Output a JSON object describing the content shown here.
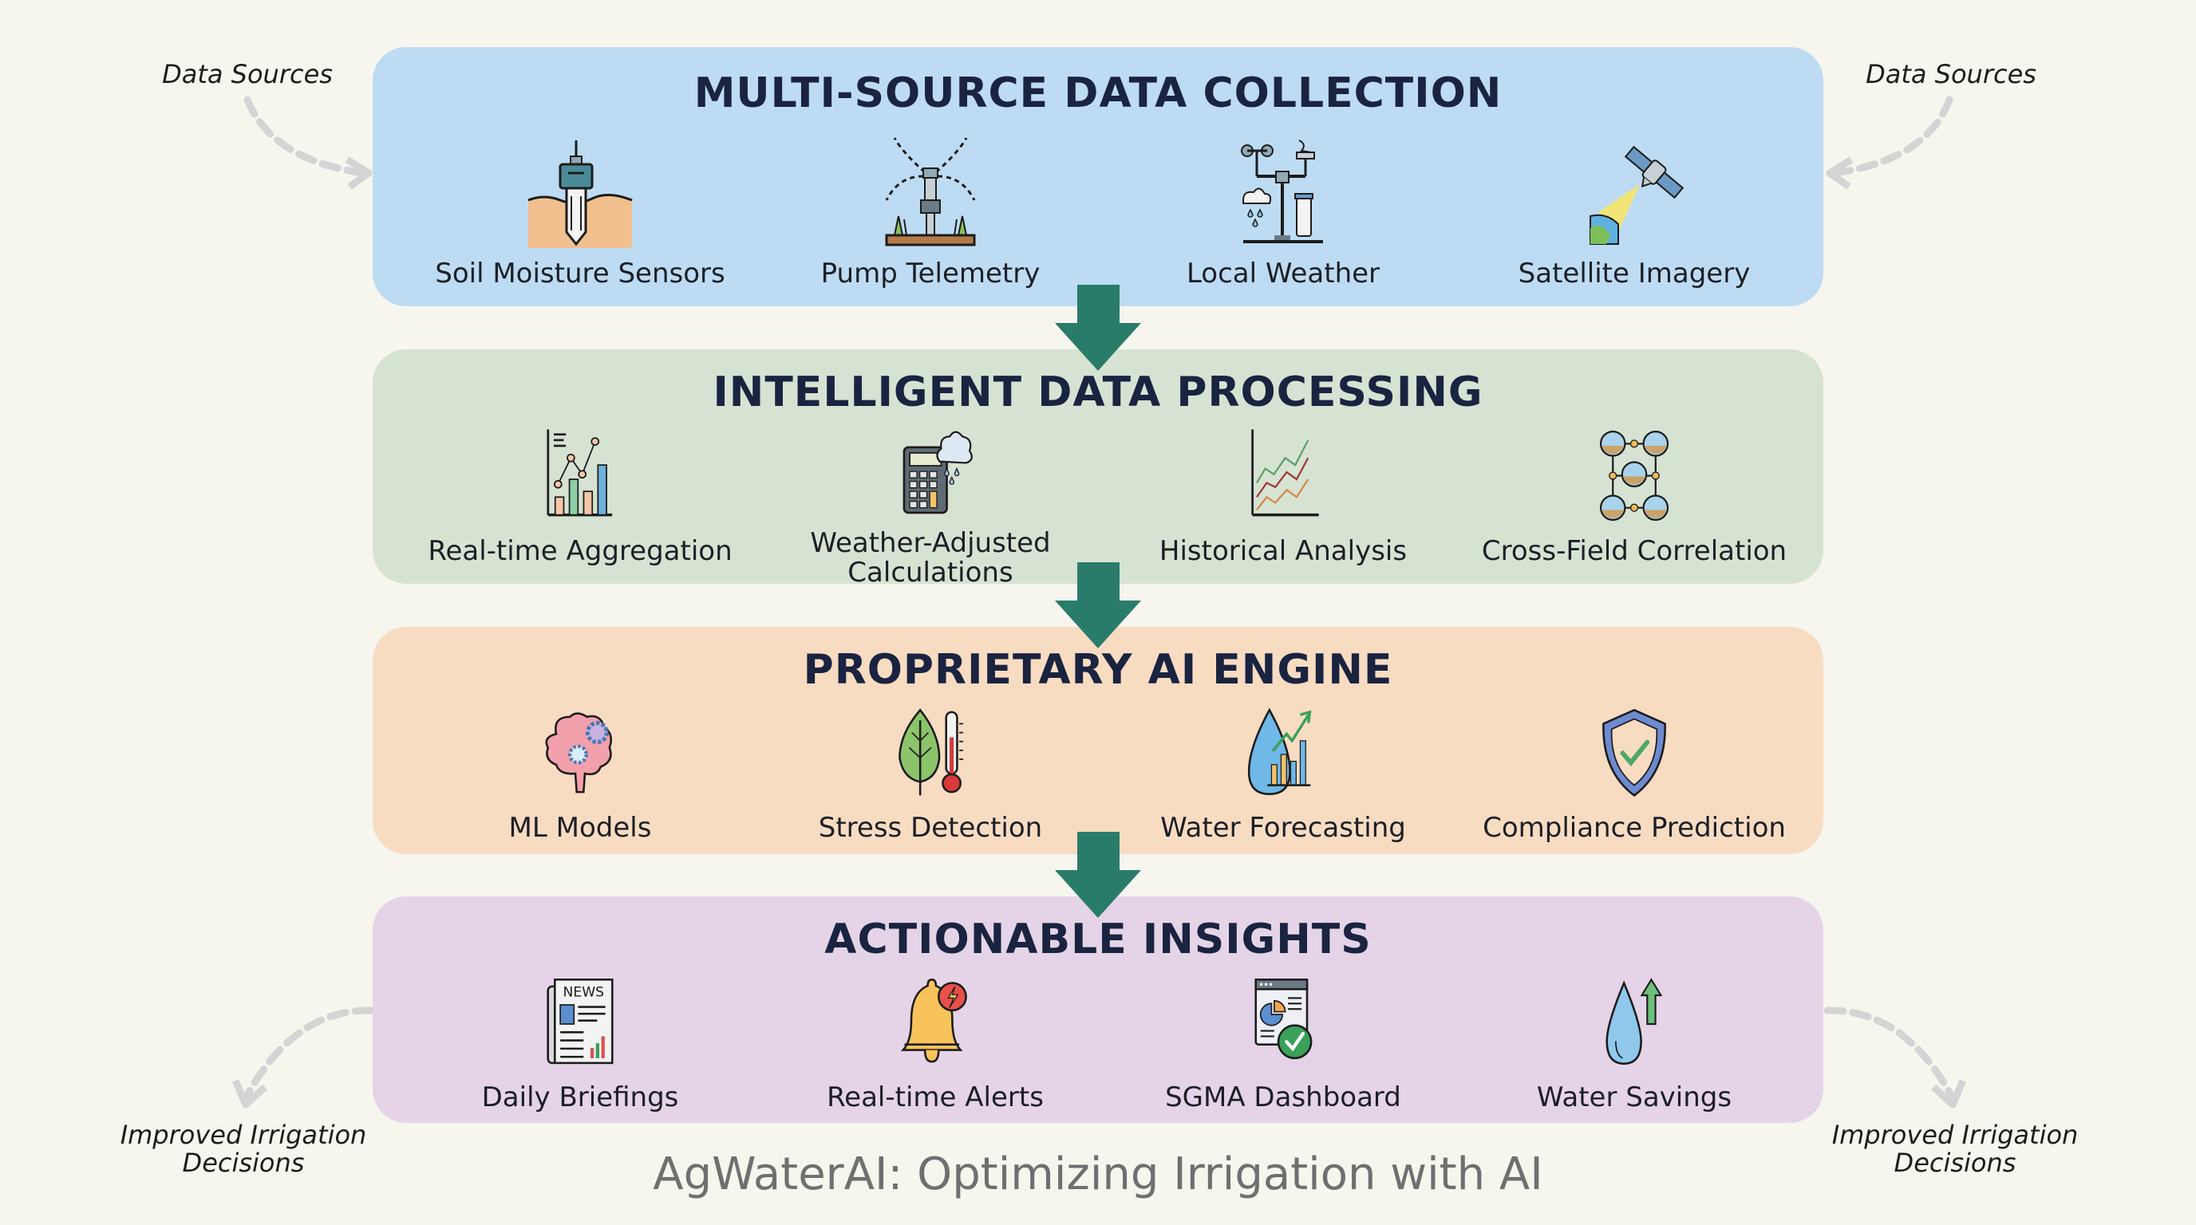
{
  "title": "AgWaterAI: Optimizing Irrigation with AI",
  "side_labels": {
    "top_left": "Data Sources",
    "top_right": "Data Sources",
    "bottom_left": "Improved Irrigation\nDecisions",
    "bottom_right": "Improved Irrigation\nDecisions"
  },
  "colors": {
    "background": "#f6f6ee",
    "stage_collection": "#bddcf3",
    "stage_processing": "#d6e3d3",
    "stage_ai": "#f8dcc2",
    "stage_insights": "#e5d4e7",
    "flow_arrow": "#2a7c6a",
    "side_arrow": "#d4d4d4",
    "title_text": "#1a2340"
  },
  "stages": [
    {
      "title": "MULTI-SOURCE DATA COLLECTION",
      "items": [
        {
          "label": "Soil Moisture Sensors",
          "icon": "soil-sensor-icon"
        },
        {
          "label": "Pump Telemetry",
          "icon": "sprinkler-icon"
        },
        {
          "label": "Local Weather",
          "icon": "weather-station-icon"
        },
        {
          "label": "Satellite Imagery",
          "icon": "satellite-icon"
        }
      ]
    },
    {
      "title": "INTELLIGENT DATA PROCESSING",
      "items": [
        {
          "label": "Real-time Aggregation",
          "icon": "bar-line-chart-icon"
        },
        {
          "label": "Weather-Adjusted\nCalculations",
          "icon": "calculator-cloud-icon"
        },
        {
          "label": "Historical Analysis",
          "icon": "multi-line-chart-icon"
        },
        {
          "label": "Cross-Field Correlation",
          "icon": "field-network-icon"
        }
      ]
    },
    {
      "title": "PROPRIETARY AI ENGINE",
      "items": [
        {
          "label": "ML Models",
          "icon": "brain-gears-icon"
        },
        {
          "label": "Stress Detection",
          "icon": "leaf-thermometer-icon"
        },
        {
          "label": "Water Forecasting",
          "icon": "water-drop-chart-icon"
        },
        {
          "label": "Compliance Prediction",
          "icon": "shield-check-icon"
        }
      ]
    },
    {
      "title": "ACTIONABLE INSIGHTS",
      "items": [
        {
          "label": "Daily Briefings",
          "icon": "newspaper-icon",
          "icon_text": "NEWS"
        },
        {
          "label": "Real-time Alerts",
          "icon": "alert-bell-icon"
        },
        {
          "label": "SGMA Dashboard",
          "icon": "dashboard-check-icon"
        },
        {
          "label": "Water Savings",
          "icon": "water-drop-up-icon"
        }
      ]
    }
  ]
}
